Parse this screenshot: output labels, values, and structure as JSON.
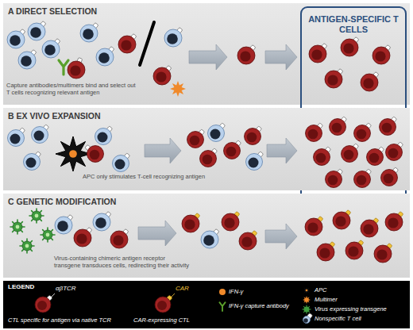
{
  "diagram": {
    "nodes": [
      {
        "text": [
          "A DIRECT SELECTION",
          "Capture antibodies/multimers bind and select out T cells recognizing relevant antigen"
        ]
      },
      {
        "text": [
          "ANTIGEN-SPECIFIC T CELLS"
        ]
      },
      {
        "text": [
          "B EX VIVO EXPANSION",
          "APC only stimulates T-cell recognizing antigen"
        ]
      },
      {
        "text": [
          "C GENETIC MODIFICATION",
          "Virus-containing chimeric antigen receptor transgene transduces cells, redirecting their activity"
        ]
      }
    ],
    "labels": [
      "LEGEND",
      "αβTCR",
      "CAR"
    ],
    "legend": [
      {
        "text": "CTL specific for antigen via native TCR"
      },
      {
        "text": "CAR-expressing CTL"
      },
      {
        "text": "IFN-γ",
        "color": "#f0892a"
      },
      {
        "text": "APC"
      },
      {
        "text": "IFN-γ capture antibody"
      },
      {
        "text": "Multimer"
      },
      {
        "text": "Virus expressing transgene"
      },
      {
        "text": "Nonspecific T cell"
      }
    ]
  }
}
